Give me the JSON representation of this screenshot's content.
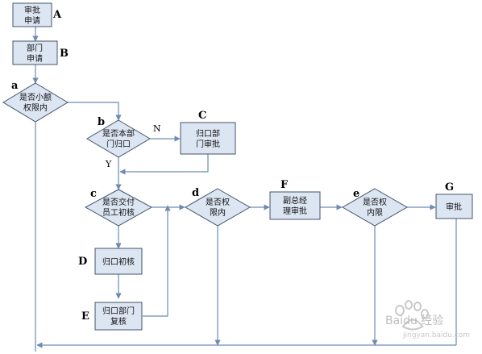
{
  "nodes": {
    "A": {
      "letter": "A",
      "lines": [
        "审批",
        "申请"
      ]
    },
    "B": {
      "letter": "B",
      "lines": [
        "部门",
        "申请"
      ]
    },
    "a": {
      "letter": "a",
      "lines": [
        "是否小额",
        "权限内"
      ]
    },
    "b": {
      "letter": "b",
      "lines": [
        "是否本部",
        "门归口"
      ]
    },
    "C": {
      "letter": "C",
      "lines": [
        "归口部",
        "门审批"
      ]
    },
    "c": {
      "letter": "c",
      "lines": [
        "是否交付",
        "员工初核"
      ]
    },
    "D": {
      "letter": "D",
      "lines": [
        "归口初核"
      ]
    },
    "E": {
      "letter": "E",
      "lines": [
        "归口部门",
        "复核"
      ]
    },
    "d": {
      "letter": "d",
      "lines": [
        "是否权",
        "限内"
      ]
    },
    "F": {
      "letter": "F",
      "lines": [
        "副总经",
        "理审批"
      ]
    },
    "e": {
      "letter": "e",
      "lines": [
        "是否权",
        "内限"
      ]
    },
    "G": {
      "letter": "G",
      "lines": [
        "审批"
      ]
    }
  },
  "edge_labels": {
    "n": "N",
    "y": "Y"
  },
  "watermark": {
    "brand": "Baidu 经验",
    "url": "jingyan.baidu.com"
  },
  "colors": {
    "fill": "#dce5f2",
    "stroke": "#44546a",
    "line": "#6f8bb3"
  }
}
